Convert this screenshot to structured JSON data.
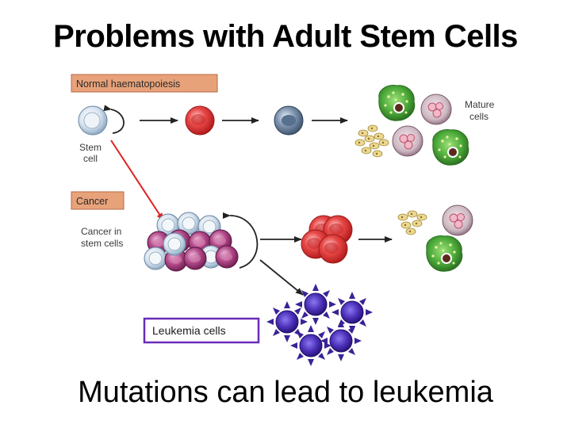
{
  "title": "Problems with Adult Stem Cells",
  "caption": "Mutations can lead to leukemia",
  "diagram": {
    "normal_header": "Normal haematopoiesis",
    "stem_label": [
      "Stem",
      "cell"
    ],
    "mature_label": [
      "Mature",
      "cells"
    ],
    "cancer_header": "Cancer",
    "cancer_stem_label": [
      "Cancer in",
      "stem cells"
    ],
    "leukemia_label": "Leukemia cells"
  },
  "colors": {
    "header_bg": "#e8a27a",
    "red_cell": "#e03a3a",
    "stem_cell": "#c9d8e8",
    "green_cell": "#4caa3a",
    "mauve_cell": "#b89aa6",
    "leukemia": "#4b2fb8",
    "leukemia_box": "#6a2bb8",
    "red_arrow": "#e02020"
  }
}
